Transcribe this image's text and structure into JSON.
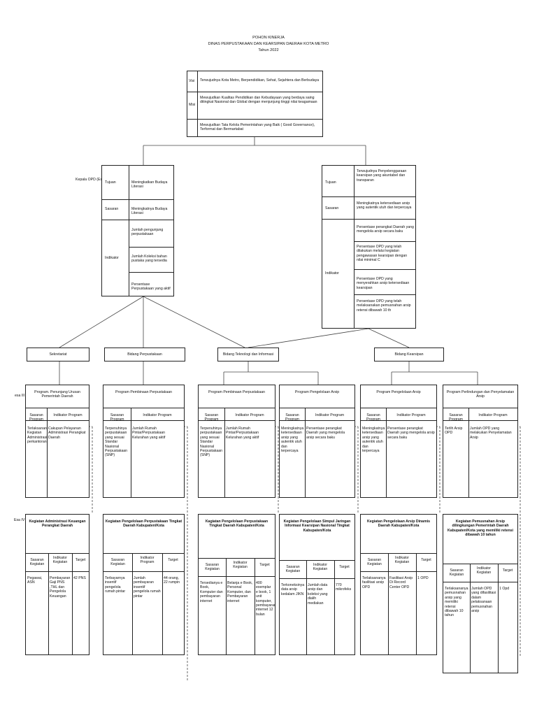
{
  "header": {
    "line1": "POHON KINERJA",
    "line2": "DINAS PERPUSTAKAAN DAN KEARSIPAN DAERAH KOTA METRO",
    "line3": "Tahun 2022"
  },
  "vision": {
    "visi_label": "Visi",
    "visi_text": "Terwujudnya Kota Metro, Berpendidikan, Sehat, Sejahtera dan Berbudaya",
    "misi_label": "Misi",
    "misi_1": "Mewujudkan Kualitas Pendidikan dan Kebudayaan yang berdaya saing ditingkat Nasional dan Global dengan menjunjung tinggi nilai keagamaan",
    "misi_2": "Mewujudkan Tata Kelola Pemerintahan yang Baik ( Good Governance), Terformat dan Bermartabat"
  },
  "left_goal": {
    "side_label": "Kepala OPD (Esa II)",
    "tujuan_label": "Tujuan",
    "tujuan": "Meningkatkan Budaya Literasi",
    "sasaran_label": "Sasaran",
    "sasaran": "Meningkatnya Budaya Literasi",
    "indikator_label": "Indikator",
    "indikator": [
      "Jumlah pengunjung perpustakaan",
      "Jumlah Koleksi bahan pustaka yang tersedia",
      "Persentase Perpustakaan yang aktif"
    ]
  },
  "right_goal": {
    "tujuan_label": "Tujuan",
    "tujuan": "Terwujudnya Penyelenggaraan kearsipan yang akuntabel dan transparan",
    "sasaran_label": "Sasaran",
    "sasaran": "Meningkatnya ketersediaan arsip yang autentik utuh dan terpercaya",
    "indikator_label": "Indikator",
    "indikator": [
      "Persentase perangkat Daerah yang mengelola arsip secara baku",
      "Persentase OPD yang telah dilakukan melalui kegiatan pengawasan kearsipan dengan nilai minimal C",
      "Persentase OPD yang menyerahkan arsip ketersediaan kearsipan",
      "Persentase OPD yang telah melaksanakan pemusnahan arsip retensi dibawah 10 th"
    ]
  },
  "bidang": [
    "Sekretariat",
    "Bidang Perpustakaan",
    "Bidang Teknologi dan Informasi",
    "Bidang Kearsipan"
  ],
  "esa3_label": "esa III",
  "esa4_label": "Esa IV",
  "programs": [
    {
      "title": "Program. Penunjang Urusan Pemerintah Daerah",
      "h1": "Sasaran Program",
      "h2": "Indikator Program",
      "c1": "Terlaksananya Kegiatan Administrasi perkantoran",
      "c2": "Cakupan Pelayanan Administrasi Perangkat Daerah"
    },
    {
      "title": "Program Pembinaan Perpustakaan",
      "h1": "Sasaran Program",
      "h2": "Indikator Program",
      "c1": "Terpenuhinya perpustakaan yang sesuai Standar Nasional Perpustakaan (SNP)",
      "c2": "Jumlah Rumah Pintar/Perpustakaan Kelurahan yang aktif"
    },
    {
      "title": "Program Pembinaan Perpustakaan",
      "h1": "Sasaran Program",
      "h2": "Indikator Program",
      "c1": "Terpenuhinya perpustakaan yang sesuai Standar Nasional Perpustakaan (SNP)",
      "c2": "Jumlah Rumah Pintar/Perpustakaan Kelurahan yang aktif"
    },
    {
      "title": "Program Pengelolaan Arsip",
      "h1": "Sasaran Program",
      "h2": "Indikator Program",
      "c1": "Meningkatnya ketersediaan arsip yang autentik utuh dan terpercaya",
      "c2": "Persentase perangkat Daerah yang mengelola arsip secara baku"
    },
    {
      "title": "Program Pengelolaan Arsip",
      "h1": "Sasaran Program",
      "h2": "Indikator Program",
      "c1": "Meningkatnya ketersediaan arsip yang autentik utuh dan terpercaya",
      "c2": "Persentase perangkat Daerah yang mengelola arsip secara baku"
    },
    {
      "title": "Program Perlindungan dan Penyelamatan Arsip",
      "h1": "Sasaran Program",
      "h2": "Indikator Program",
      "c1": "Terlih Arsip OPD",
      "c2": "Jumlah OPD yang melakukan Penyelamatan Arsip"
    }
  ],
  "kegiatan": [
    {
      "title": "Kegiatan Administrasi Keuangan Perangkat Daerah",
      "h1": "Sasaran Kegiatan",
      "h2": "Indikator Kegiatan",
      "h3": "Target",
      "c1": "Pegawai, ASN",
      "c2": "Pembayaran Gaji PNS ,THL dan Pengelola Keuangan",
      "c3": "42 PNS"
    },
    {
      "title": "Kegiatan Pengelolaan Perpustakaan Tingkat Daerah Kabupaten/Kota",
      "h1": "Sasaran Kegiatan",
      "h2": "Indikator Program",
      "h3": "Target",
      "c1": "Terbayarnya insentif pengelola rumah pintar",
      "c2": "Jumlah pembayaran insentif pengelola rumah pintar",
      "c3": "44 orang, 22 rumpin"
    },
    {
      "title": "Kagiatan Pengelolaan Perpustakaan Tingkat Daerah Kabupaten/Kota",
      "h1": "Sasaran Kegiatan",
      "h2": "Indikator Kegiatan",
      "h3": "Target",
      "c1": "Tersedianya e Book, Komputer dan pembayaran internet",
      "c2": "Belanja e Book, Personal Komputer, dan Pembayaran internet",
      "c3": "400 exemplar e book, 1 unit komputer, pembayaran internet 12 bulan"
    },
    {
      "title": "Kegiatan Pengelolaan Simpul Jaringan Informasi Kearsipan Nasional Tingkat Kabupaten/Kota",
      "h1": "Sasaran Kegiatan",
      "h2": "Indikator Kegiatan",
      "h3": "Target",
      "c1": "Terkoneksinya data arsip kedalam JIKN",
      "c2": "Jumlah data arsip dan koleksi yang dialih mediakan",
      "c3": "770 mikrofeks"
    },
    {
      "title": "Kegiatan Pengelolaan Arsip Dinamis Daerah Kabupaten/Kota",
      "h1": "Sasaran Kegiatan",
      "h2": "Indikator Kegiatan",
      "h3": "Target",
      "c1": "Terlaksananya fasilitasi arsip OPD",
      "c2": "Fasilitasi Arsip Di Record Center OPD",
      "c3": "1 OPD"
    },
    {
      "title": "Kegiatan Pemusnahan Arsip dilingkungan Pemerintah Daerah Kabupaten/Kota yang memiliki retensi dibawah 10 tahun",
      "h1": "Sasaran Kegiatan",
      "h2": "Indikator Kegiatan",
      "h3": "Target",
      "c1": "Terlaksananya pemusnahan arsip yang memiliki retensi dibawah 10 tahun",
      "c2": "Jumlah OPD yang difasilitasi dalam pelaksanaan pemusnahan arsip",
      "c3": "1 Opd"
    }
  ]
}
